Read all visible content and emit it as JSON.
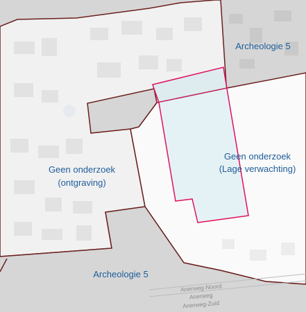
{
  "map": {
    "zones": [
      {
        "id": "archeologie-5-top",
        "label": "Archeologie 5"
      },
      {
        "id": "geen-onderzoek-ontgraving",
        "label_line1": "Geen onderzoek",
        "label_line2": "(ontgraving)"
      },
      {
        "id": "geen-onderzoek-lage-verwachting",
        "label_line1": "Geen onderzoek",
        "label_line2": "(Lage verwachting)"
      },
      {
        "id": "archeologie-5-bottom",
        "label": "Archeologie 5"
      }
    ],
    "streets": [
      "Anerweg-Noord",
      "Anerweg",
      "Anerweg-Zuid"
    ],
    "colors": {
      "zone_boundary": "#6b1e1e",
      "plan_area_outline": "#e0115f",
      "label_text": "#1f5c99",
      "ontgraving_fill": "#f1f1f1",
      "lage_verwachting_fill": "#fafafa",
      "archeologie_fill": "#d6d6d6"
    }
  }
}
